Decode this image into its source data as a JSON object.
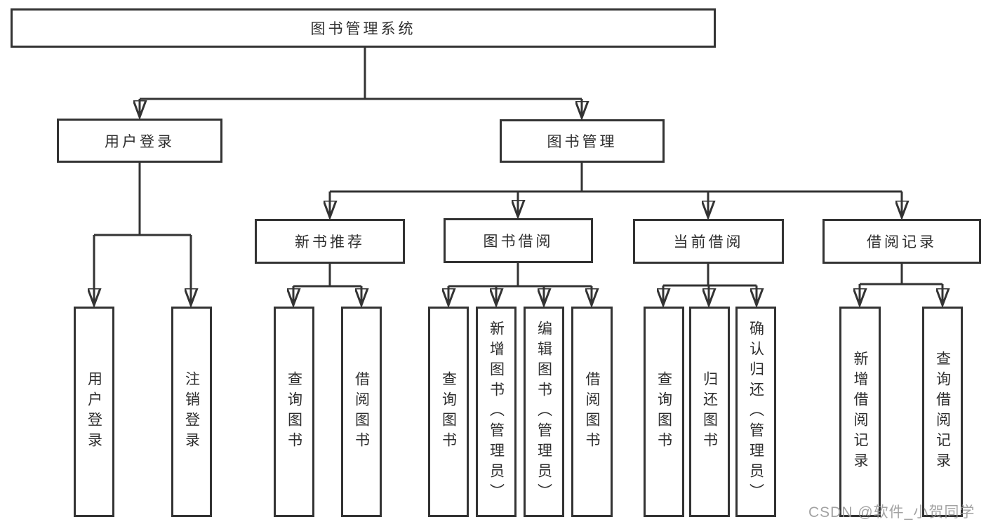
{
  "diagram": {
    "root": {
      "label": "图书管理系统"
    },
    "level1": [
      {
        "label": "用户登录"
      },
      {
        "label": "图书管理"
      }
    ],
    "level2": [
      {
        "label": "新书推荐"
      },
      {
        "label": "图书借阅"
      },
      {
        "label": "当前借阅"
      },
      {
        "label": "借阅记录"
      }
    ],
    "leaves": {
      "user_login": [
        {
          "label": "用户登录"
        },
        {
          "label": "注销登录"
        }
      ],
      "new_book": [
        {
          "label": "查询图书"
        },
        {
          "label": "借阅图书"
        }
      ],
      "book_borrow": [
        {
          "label": "查询图书"
        },
        {
          "label": "新增图书（管理员）"
        },
        {
          "label": "编辑图书（管理员）"
        },
        {
          "label": "借阅图书"
        }
      ],
      "current_borrow": [
        {
          "label": "查询图书"
        },
        {
          "label": "归还图书"
        },
        {
          "label": "确认归还（管理员）"
        }
      ],
      "records": [
        {
          "label": "新增借阅记录"
        },
        {
          "label": "查询借阅记录"
        }
      ]
    }
  },
  "watermark": {
    "text": "CSDN @软件_小贺同学"
  },
  "colors": {
    "line": "#333333",
    "box_border": "#333333",
    "text": "#2e2e2e",
    "watermark": "#969696",
    "background": "#ffffff"
  }
}
